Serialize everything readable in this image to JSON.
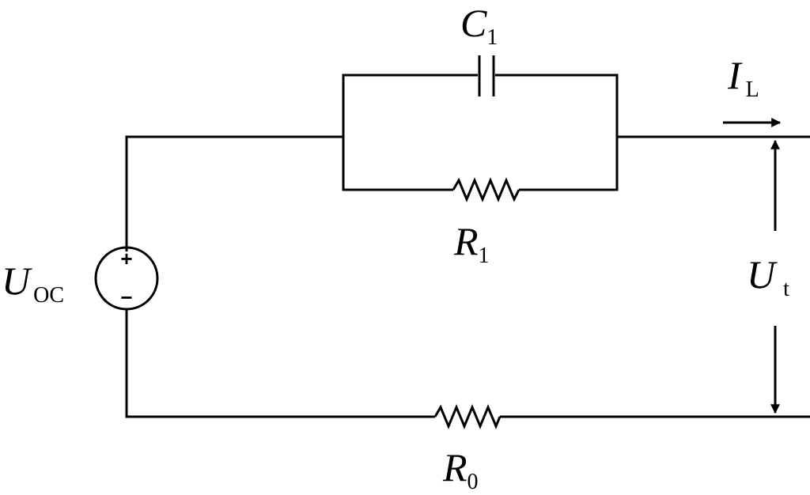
{
  "components": {
    "capacitor": {
      "symbol": "C",
      "subscript": "1"
    },
    "resistor_r1": {
      "symbol": "R",
      "subscript": "1"
    },
    "resistor_r0": {
      "symbol": "R",
      "subscript": "0"
    },
    "voltage_source": {
      "symbol": "U",
      "subscript": "OC",
      "plus": "+",
      "minus": "−"
    }
  },
  "quantities": {
    "load_current": {
      "symbol": "I",
      "subscript": "L"
    },
    "terminal_voltage": {
      "symbol": "U",
      "subscript": "t"
    }
  },
  "style": {
    "line_color": "#000000",
    "background": "#ffffff"
  }
}
